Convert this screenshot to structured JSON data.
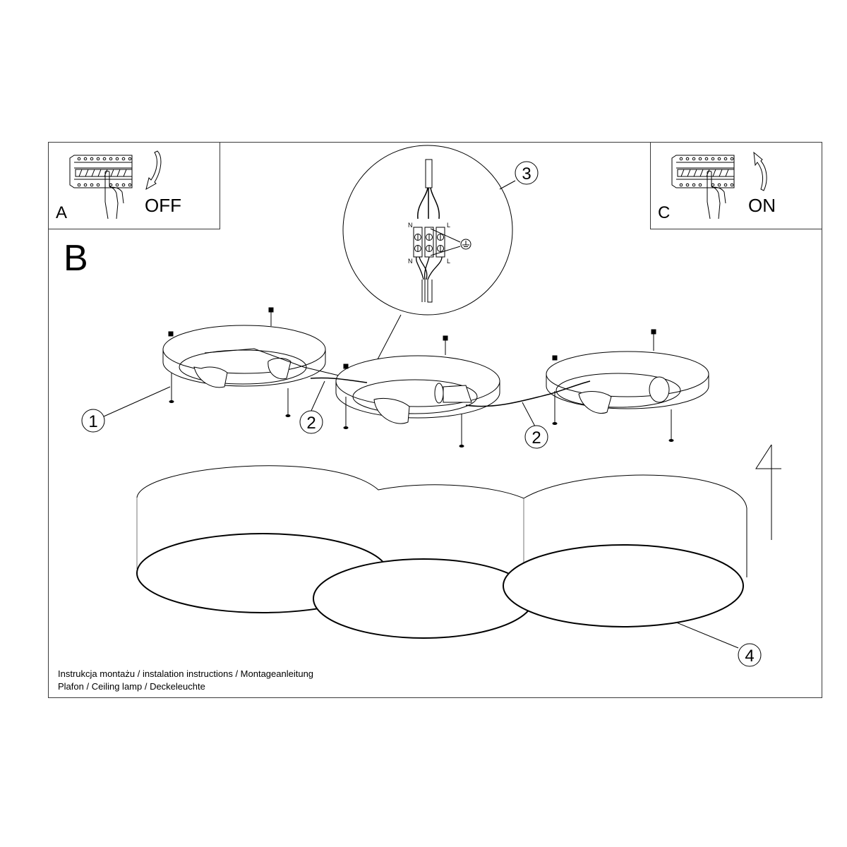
{
  "panels": {
    "a": {
      "letter": "A",
      "state": "OFF",
      "icon": "breaker-switch-off-icon"
    },
    "b": {
      "letter": "B"
    },
    "c": {
      "letter": "C",
      "state": "ON",
      "icon": "breaker-switch-on-icon"
    }
  },
  "wiring_detail": {
    "callout": "3",
    "terminal_labels_top": [
      "N",
      "L"
    ],
    "terminal_labels_bottom": [
      "N",
      "L"
    ],
    "ground_icon": "earth-ground-icon"
  },
  "callouts": [
    {
      "id": "1",
      "target": "mounting-screw"
    },
    {
      "id": "2",
      "target": "connecting-cable-left"
    },
    {
      "id": "2b",
      "label": "2",
      "target": "connecting-cable-right"
    },
    {
      "id": "3",
      "target": "terminal-block-detail"
    },
    {
      "id": "4",
      "target": "lamp-shade"
    }
  ],
  "labels": {
    "c1": "1",
    "c2a": "2",
    "c2b": "2",
    "c3": "3",
    "c4": "4"
  },
  "footer": {
    "line1": "Instrukcja montażu / instalation instructions / Montageanleitung",
    "line2": "Plafon / Ceiling lamp / Deckeleuchte"
  },
  "colors": {
    "line": "#000000",
    "frame": "#3a3a3a",
    "background": "#ffffff"
  }
}
